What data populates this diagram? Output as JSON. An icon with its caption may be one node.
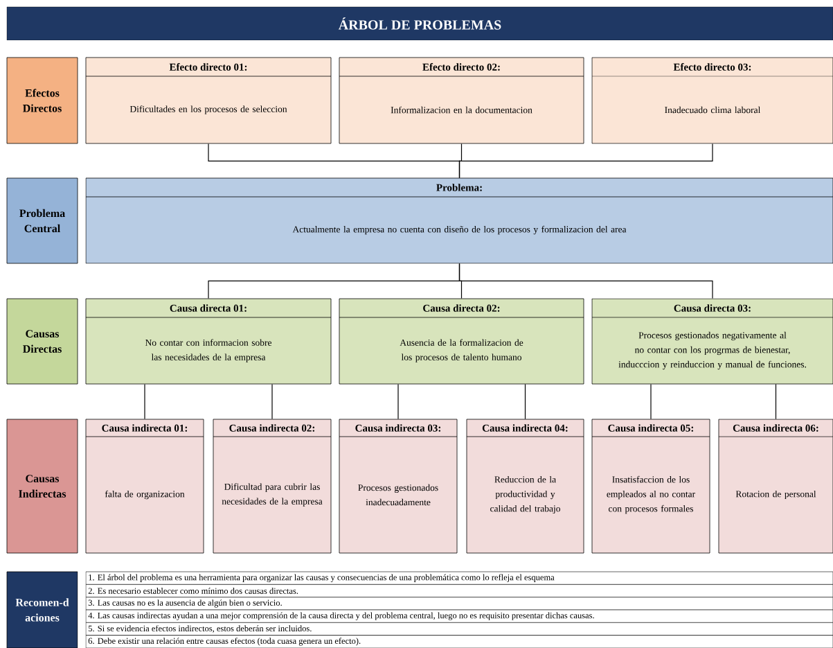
{
  "diagram": {
    "title": "ÁRBOL DE PROBLEMAS",
    "nodes": [
      {
        "text": [
          "Efectos Directos"
        ]
      },
      {
        "text": [
          "Efecto directo 01:",
          "Dificultades en los procesos de seleccion"
        ]
      },
      {
        "text": [
          "Efecto directo 02:",
          "Informalizacion en la documentacion"
        ]
      },
      {
        "text": [
          "Efecto directo 03:",
          "Inadecuado clima laboral"
        ]
      },
      {
        "text": [
          "Problema Central"
        ]
      },
      {
        "text": [
          "Problema:",
          "Actualmente la empresa no cuenta con diseño de los procesos y formalizacion del area"
        ]
      },
      {
        "text": [
          "Causas Directas"
        ]
      },
      {
        "text": [
          "Causa directa 01:",
          "No contar con informacion sobre las necesidades de la empresa"
        ]
      },
      {
        "text": [
          "Causa directa 02:",
          "Ausencia de la formalizacion de los procesos de talento humano"
        ]
      },
      {
        "text": [
          "Causa directa 03:",
          "Procesos gestionados negativamente al no contar con los progrmas de bienestar, inducccion y reinduccion y manual de funciones."
        ]
      },
      {
        "text": [
          "Causas Indirectas"
        ]
      },
      {
        "text": [
          "Causa indirecta 01:",
          "falta de organizacion"
        ]
      },
      {
        "text": [
          "Causa indirecta 02:",
          "Dificultad para cubrir las necesidades de la empresa"
        ]
      },
      {
        "text": [
          "Causa indirecta 03:",
          "Procesos gestionados inadecuadamente"
        ]
      },
      {
        "text": [
          "Causa indirecta 04:",
          "Reduccion de la productividad y calidad del trabajo"
        ]
      },
      {
        "text": [
          "Causa indirecta 05:",
          "Insatisfaccion de los empleados al no contar con procesos formales"
        ]
      },
      {
        "text": [
          "Causa indirecta 06:",
          "Rotacion de personal"
        ]
      },
      {
        "text": [
          "Recomen-d aciones"
        ]
      }
    ],
    "edges": [
      {
        "from": 1,
        "to": 5,
        "arrow": "none"
      },
      {
        "from": 2,
        "to": 5,
        "arrow": "none"
      },
      {
        "from": 3,
        "to": 5,
        "arrow": "none"
      },
      {
        "from": 5,
        "to": 7,
        "arrow": "none"
      },
      {
        "from": 5,
        "to": 8,
        "arrow": "none"
      },
      {
        "from": 5,
        "to": 9,
        "arrow": "none"
      },
      {
        "from": 7,
        "to": 11,
        "arrow": "none"
      },
      {
        "from": 7,
        "to": 12,
        "arrow": "none"
      },
      {
        "from": 8,
        "to": 13,
        "arrow": "none"
      },
      {
        "from": 8,
        "to": 14,
        "arrow": "none"
      },
      {
        "from": 9,
        "to": 15,
        "arrow": "none"
      },
      {
        "from": 9,
        "to": 16,
        "arrow": "none"
      }
    ],
    "labels": [
      "1. El árbol del problema es una herramienta para organizar las causas y consecuencias de una problemática como lo refleja el esquema",
      "2. Es necesario establecer como mínimo dos causas directas.",
      "3. Las causas no es la ausencia de algún bien o servicio.",
      "4. Las causas indirectas ayudan a una mejor comprensión de la causa directa y del problema central, luego no es requisito presentar dichas causas.",
      "5. Si se evidencia efectos indirectos, estos deberán ser incluidos.",
      "6. Debe existir una relación entre causas efectos (toda cuasa genera un efecto)."
    ]
  }
}
